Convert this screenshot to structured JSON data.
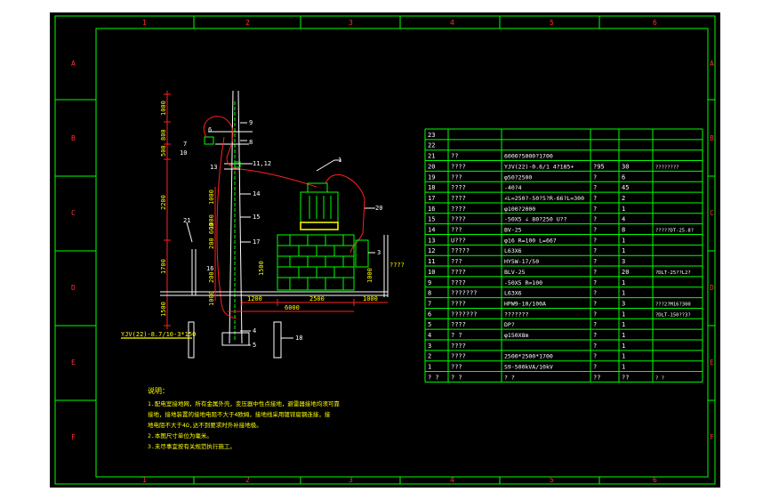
{
  "frame": {
    "columns": [
      "1",
      "2",
      "3",
      "4",
      "5",
      "6"
    ],
    "rows": [
      "A",
      "B",
      "C",
      "D",
      "E",
      "F"
    ]
  },
  "drawing": {
    "dims_vertical": [
      "1000",
      "800",
      "500",
      "2200",
      "1700",
      "1500"
    ],
    "dims_middle": [
      "1000",
      "1000",
      "200 600",
      "1500",
      "200",
      "1000"
    ],
    "dims_horizontal": [
      "1200",
      "6000",
      "2500",
      "1000"
    ],
    "dim_small": "1000",
    "callouts": [
      "1",
      "3",
      "4",
      "5",
      "6",
      "7",
      "8",
      "9",
      "10",
      "11,12",
      "13",
      "14",
      "15",
      "16",
      "17",
      "18",
      "20",
      "21"
    ],
    "cable_label": "YJV(22)-8.7/10-3*150",
    "mark_right": "????",
    "notes": {
      "title": "说明：",
      "lines": [
        "1.配电室接地网，所有金属外壳，变压器中性点接地，避雷器接地均须可靠",
        "接地，接地装置的接地电阻不大于4欧姆，接地线采用镀锌扁钢连接，接",
        "地电阻不大于4Ω,达不到要求时外补接地极。",
        "2.本图尺寸单位为毫米。",
        "3.未尽事宜按有关规范执行施工。"
      ]
    }
  },
  "bom": {
    "rows": [
      {
        "no": "23",
        "name": "",
        "spec": "",
        "unit": "",
        "qty": "",
        "remark": ""
      },
      {
        "no": "22",
        "name": "",
        "spec": "",
        "unit": "",
        "qty": "",
        "remark": ""
      },
      {
        "no": "21",
        "name": "??",
        "spec": "6000?5000?1700",
        "unit": "",
        "qty": "",
        "remark": ""
      },
      {
        "no": "20",
        "name": "????",
        "spec": "YJV(22)-0.6/1 4?185+",
        "unit": "?95",
        "qty": "30",
        "remark": "????????"
      },
      {
        "no": "19",
        "name": "???",
        "spec": "φ50?2500",
        "unit": "?",
        "qty": "6",
        "remark": ""
      },
      {
        "no": "18",
        "name": "????",
        "spec": "-40?4",
        "unit": "?",
        "qty": "45",
        "remark": ""
      },
      {
        "no": "17",
        "name": "????",
        "spec": "∠L=250?-50?5?R-66?L=300",
        "unit": "?",
        "qty": "2",
        "remark": ""
      },
      {
        "no": "16",
        "name": "????",
        "spec": "φ100?2000",
        "unit": "?",
        "qty": "1",
        "remark": ""
      },
      {
        "no": "15",
        "name": "????",
        "spec": "-50X5 ∠ 80?250  U??",
        "unit": "?",
        "qty": "4",
        "remark": ""
      },
      {
        "no": "14",
        "name": "???",
        "spec": "BV-25",
        "unit": "?",
        "qty": "8",
        "remark": "?????DT-25.8?"
      },
      {
        "no": "13",
        "name": "U???",
        "spec": "φ16 R=100 L=667",
        "unit": "?",
        "qty": "1",
        "remark": ""
      },
      {
        "no": "12",
        "name": "?????",
        "spec": "L63X6",
        "unit": "?",
        "qty": "1",
        "remark": ""
      },
      {
        "no": "11",
        "name": "???",
        "spec": "HY5W-17/50",
        "unit": "?",
        "qty": "3",
        "remark": ""
      },
      {
        "no": "10",
        "name": "????",
        "spec": "BLV-25",
        "unit": "?",
        "qty": "20",
        "remark": "?DLT-25??L2?"
      },
      {
        "no": "9",
        "name": "????",
        "spec": "-50X5 R=100",
        "unit": "?",
        "qty": "1",
        "remark": ""
      },
      {
        "no": "8",
        "name": "???????",
        "spec": "L63X6",
        "unit": "?",
        "qty": "1",
        "remark": ""
      },
      {
        "no": "7",
        "name": "????",
        "spec": "HPW9-10/100A",
        "unit": "?",
        "qty": "3",
        "remark": "???2?M16?300"
      },
      {
        "no": "6",
        "name": "???????",
        "spec": "???????",
        "unit": "?",
        "qty": "1",
        "remark": "?DLT-150??3?"
      },
      {
        "no": "5",
        "name": "????",
        "spec": "DP?",
        "unit": "?",
        "qty": "1",
        "remark": ""
      },
      {
        "no": "4",
        "name": "?  ?",
        "spec": "φ150X8m",
        "unit": "?",
        "qty": "1",
        "remark": ""
      },
      {
        "no": "3",
        "name": "????",
        "spec": "",
        "unit": "?",
        "qty": "1",
        "remark": ""
      },
      {
        "no": "2",
        "name": "????",
        "spec": "2500*2500*1700",
        "unit": "?",
        "qty": "1",
        "remark": ""
      },
      {
        "no": "1",
        "name": "???",
        "spec": "S9-500kVA/10kV",
        "unit": "?",
        "qty": "1",
        "remark": ""
      }
    ],
    "header": {
      "no": "? ?",
      "name": "?   ?",
      "spec": "?   ?",
      "unit": "??",
      "qty": "??",
      "remark": "?   ?"
    }
  },
  "colors": {
    "background": "#000000",
    "frame": "#00ff00",
    "text_red": "#ff3030",
    "text_white": "#ffffff",
    "equipment": "#00ff00",
    "wire": "#ff2020",
    "dimension": "#ffff00"
  }
}
